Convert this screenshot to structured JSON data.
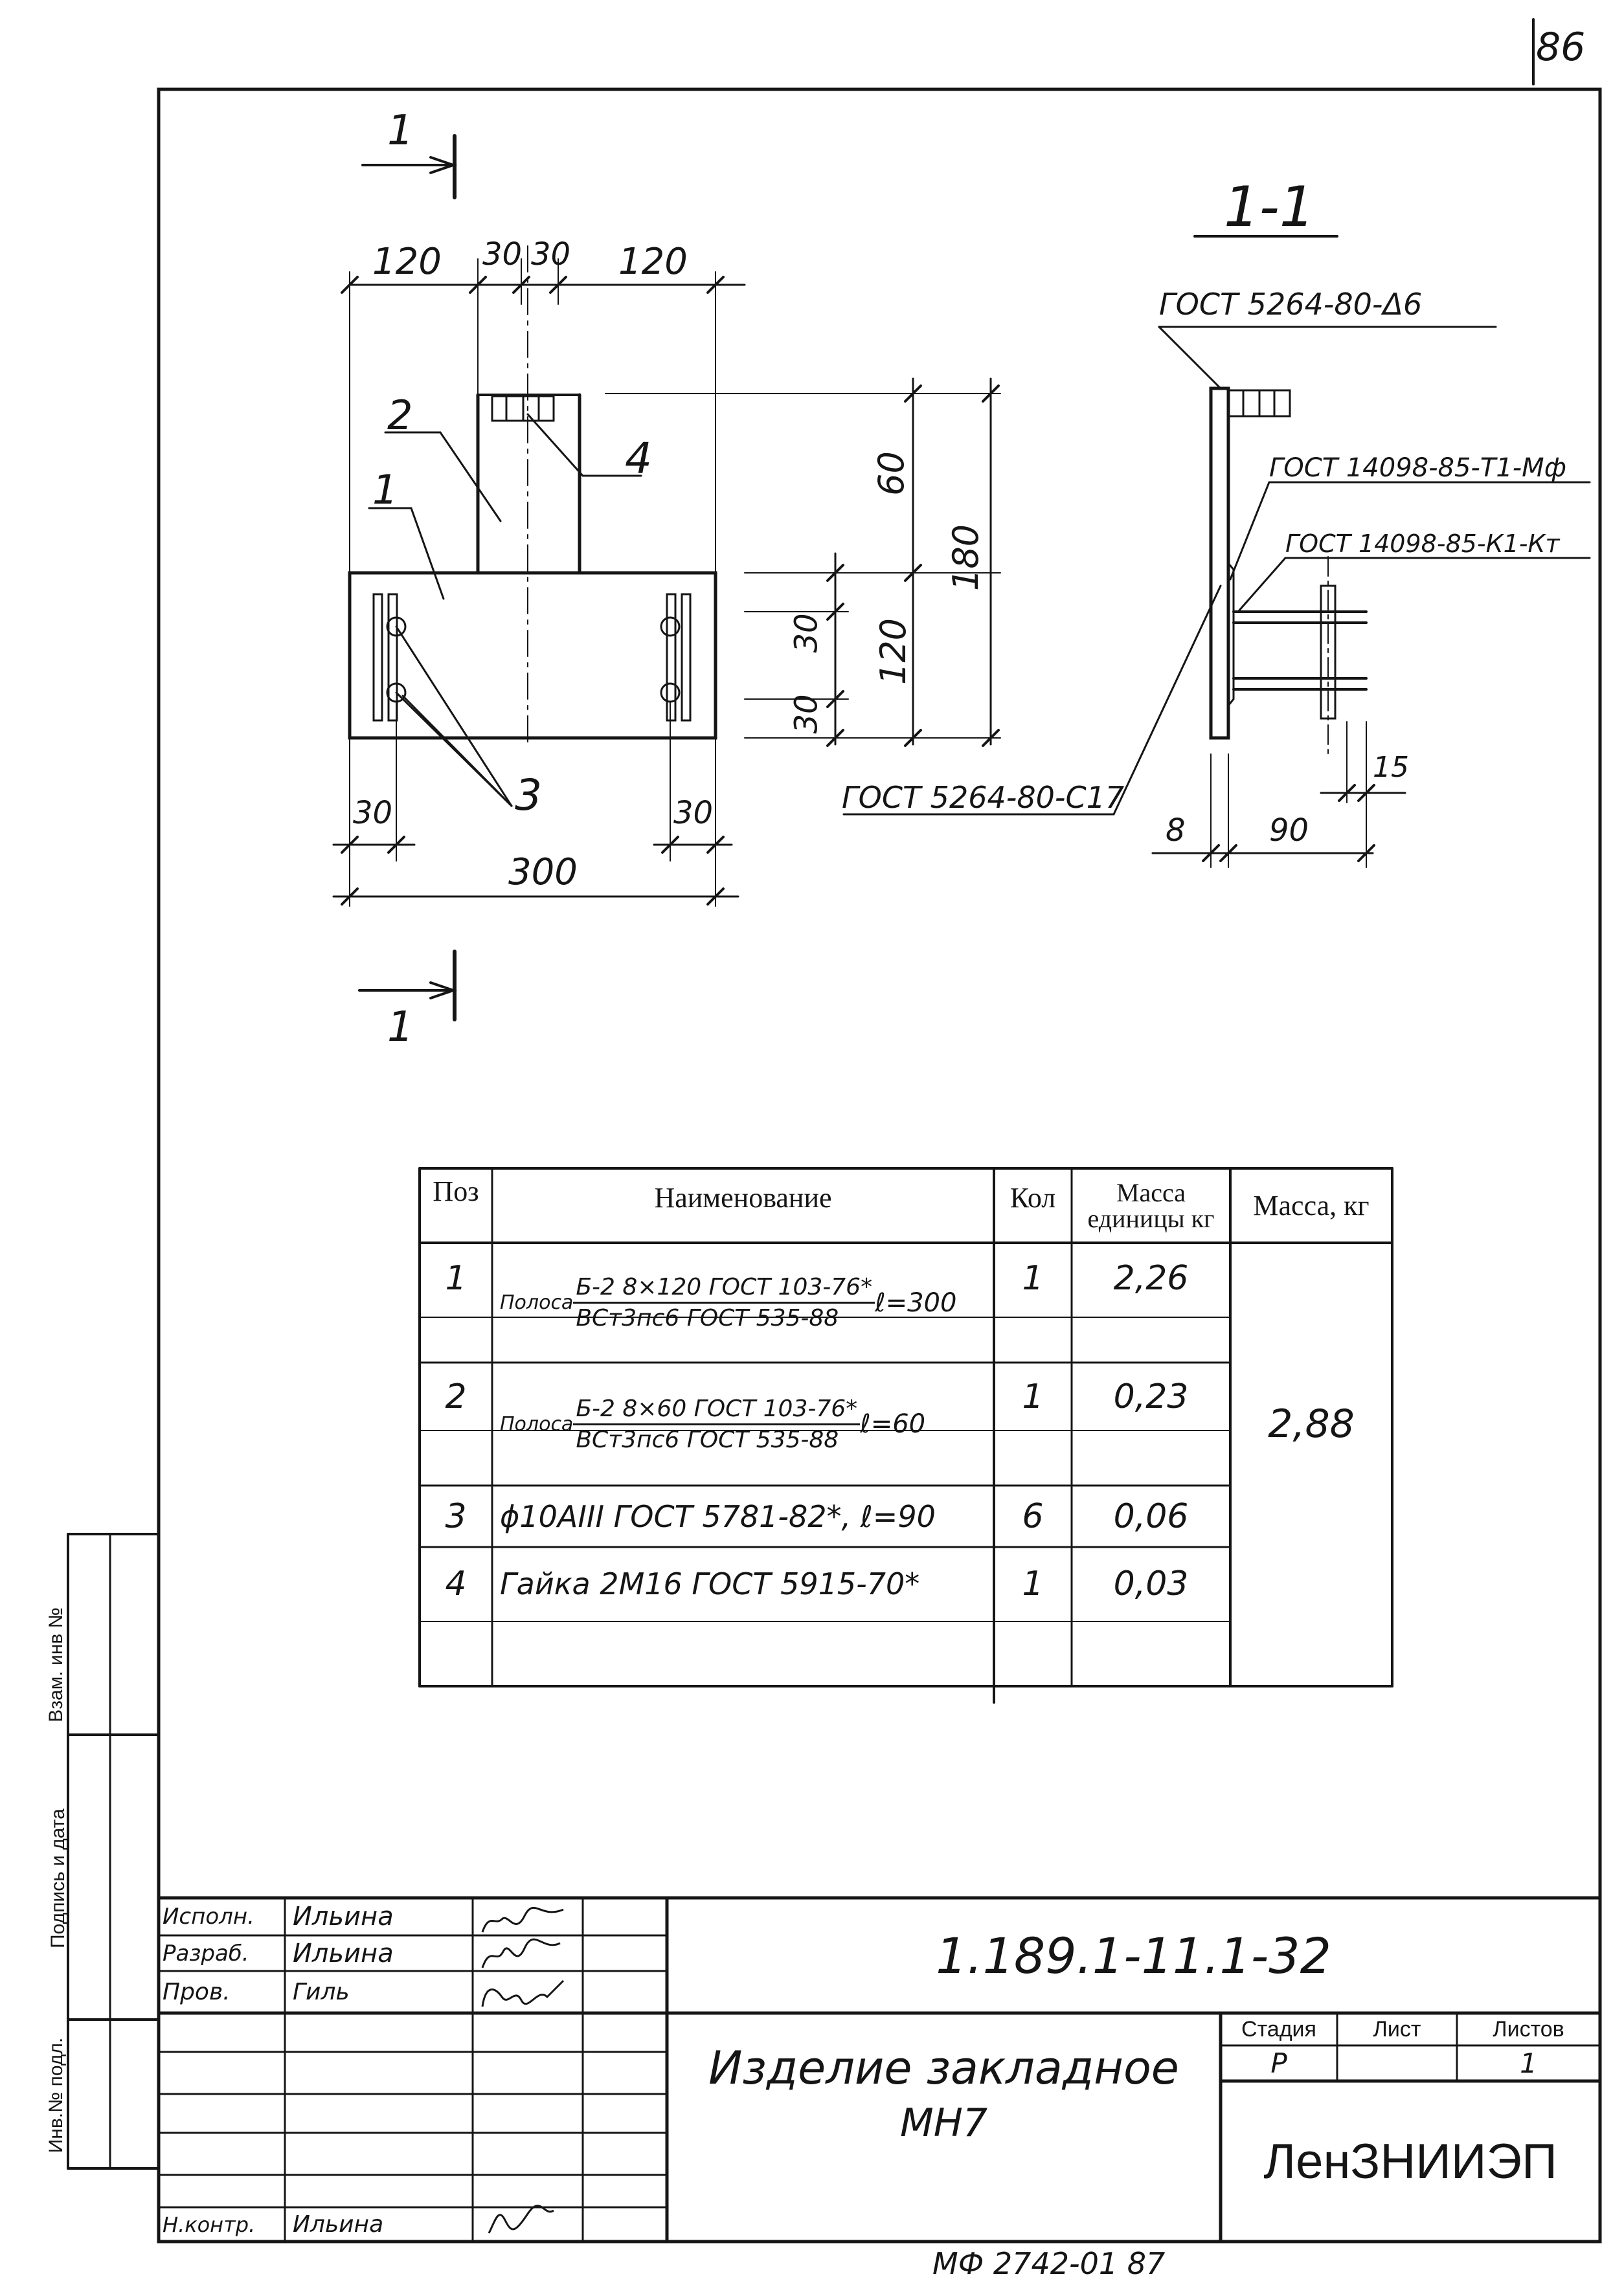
{
  "page_number": "86",
  "section_mark": "1",
  "section_title": "1-1",
  "dims": {
    "top": [
      "120",
      "30",
      "30",
      "120"
    ],
    "right_60": "60",
    "right_180": "180",
    "right_30a": "30",
    "right_120": "120",
    "right_30b": "30",
    "bottom_left_30": "30",
    "bottom_right_30": "30",
    "bottom_300": "300",
    "section_8": "8",
    "section_90": "90",
    "section_15": "15"
  },
  "positions": {
    "p1": "1",
    "p2": "2",
    "p3": "3",
    "p4": "4"
  },
  "weld_labels": {
    "top": "ГОСТ 5264-80-Δ6",
    "t1": "ГОСТ 14098-85-Т1-Мф",
    "k1": "ГОСТ 14098-85-К1-Кт",
    "bottom": "ГОСТ 5264-80-С17"
  },
  "spec_table": {
    "headers": {
      "pos": "Поз",
      "name": "Наименование",
      "qty": "Кол",
      "unit_mass": "Масса единицы кг",
      "mass": "Масса, кг"
    },
    "rows": [
      {
        "pos": "1",
        "prefix": "Полоса",
        "num": "Б-2 8×120 ГОСТ 103-76*",
        "den": "ВСт3пс6 ГОСТ 535-88",
        "suffix": "ℓ=300",
        "qty": "1",
        "unit_mass": "2,26"
      },
      {
        "pos": "2",
        "prefix": "Полоса",
        "num": "Б-2 8×60 ГОСТ 103-76*",
        "den": "ВСт3пс6 ГОСТ 535-88",
        "suffix": "ℓ=60",
        "qty": "1",
        "unit_mass": "0,23"
      },
      {
        "pos": "3",
        "text": "ϕ10АIII ГОСТ 5781-82*, ℓ=90",
        "qty": "6",
        "unit_mass": "0,06"
      },
      {
        "pos": "4",
        "text": "Гайка 2М16 ГОСТ 5915-70*",
        "qty": "1",
        "unit_mass": "0,03"
      }
    ],
    "total_mass": "2,88"
  },
  "title_block": {
    "roles": [
      "Исполн.",
      "Разраб.",
      "Пров.",
      "Н.контр."
    ],
    "names": [
      "Ильина",
      "Ильина",
      "Гиль",
      "Ильина"
    ],
    "designation": "1.189.1-11.1-32",
    "title_line1": "Изделие закладное",
    "title_line2": "МН7",
    "stage_label": "Стадия",
    "sheet_label": "Лист",
    "sheets_label": "Листов",
    "stage": "Р",
    "sheets": "1",
    "organization": "ЛенЗНИИЭП"
  },
  "side_stamps": {
    "inv_orig": "Инв.№ подл.",
    "sign_date": "Подпись и дата",
    "vzam_inv": "Взам. инв №"
  },
  "bottom_code": "МФ 2742-01  87"
}
